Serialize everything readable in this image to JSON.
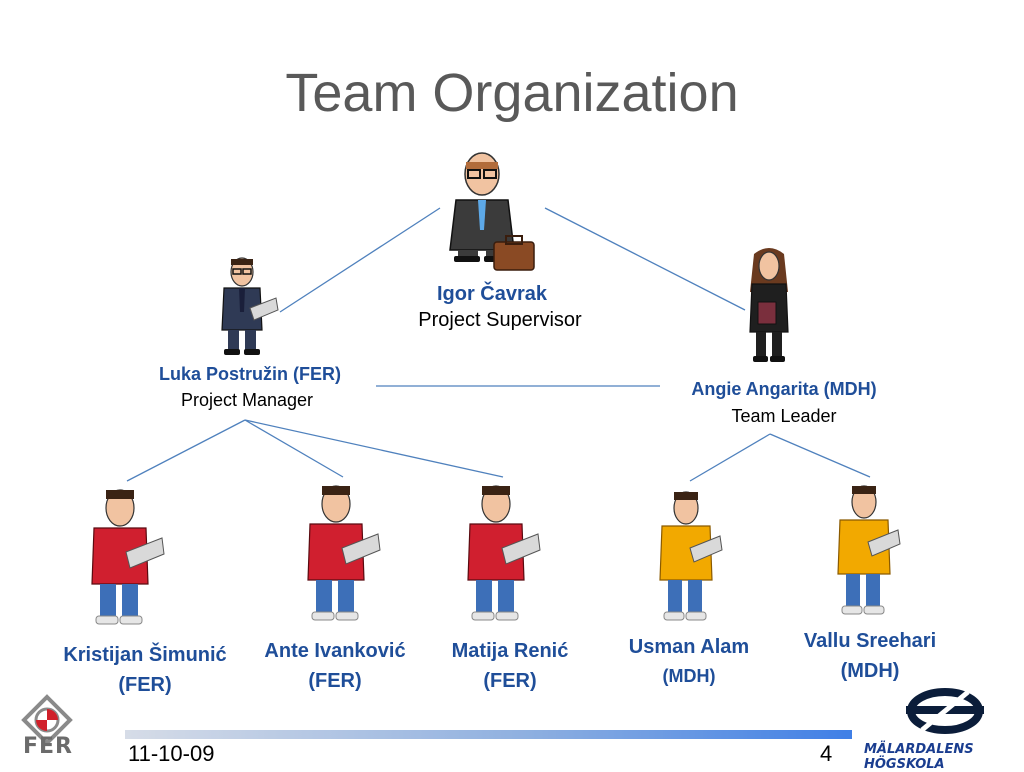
{
  "slide": {
    "title": "Team Organization",
    "footer": {
      "date": "11-10-09",
      "page": "4"
    },
    "logos": {
      "left_text": "FER",
      "right_text": "MÄLARDALENS HÖGSKOLA"
    },
    "colors": {
      "title": "#595959",
      "name": "#1f4e99",
      "connector": "#4f81bd",
      "shirt_fer": "#d01f2f",
      "shirt_mdh": "#f2a900"
    }
  },
  "people": {
    "supervisor": {
      "name": "Igor Čavrak",
      "role": "Project Supervisor"
    },
    "manager": {
      "name": "Luka Postružin (FER)",
      "role": "Project Manager"
    },
    "leader": {
      "name": "Angie Angarita (MDH)",
      "role": "Team Leader"
    },
    "member1": {
      "name": "Kristijan Šimunić",
      "org": "(FER)"
    },
    "member2": {
      "name": "Ante Ivanković",
      "org": "(FER)"
    },
    "member3": {
      "name": "Matija Renić",
      "org": "(FER)"
    },
    "member4": {
      "name": "Usman Alam",
      "org": "(MDH)"
    },
    "member5": {
      "name": "Vallu Sreehari",
      "org": "(MDH)"
    }
  }
}
